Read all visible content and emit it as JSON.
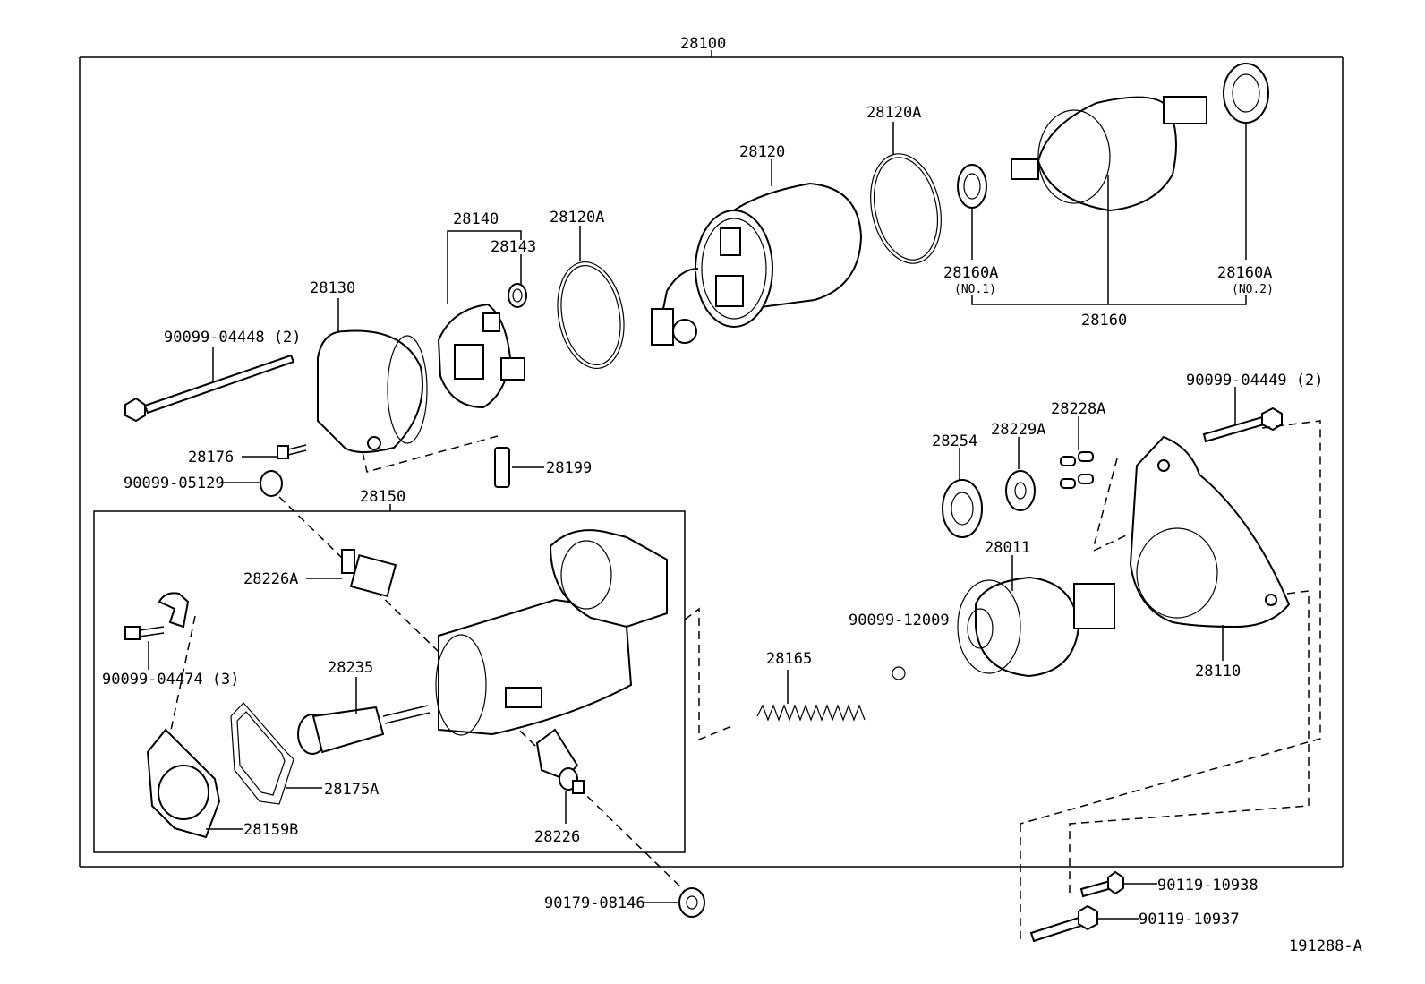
{
  "diagram": {
    "assembly_label": "28100",
    "subassembly_label": "28150",
    "drawing_ref": "191288-A",
    "parts": {
      "p28120A_top": "28120A",
      "p28120": "28120",
      "p28120A_mid": "28120A",
      "p28140": "28140",
      "p28143": "28143",
      "p28130": "28130",
      "bolt_04448": "90099-04448 (2)",
      "p28176": "28176",
      "p28199": "28199",
      "p05129": "90099-05129",
      "p28160A_no1": "28160A",
      "p28160A_no1_sub": "(NO.1)",
      "p28160A_no2": "28160A",
      "p28160A_no2_sub": "(NO.2)",
      "p28160": "28160",
      "bolt_04449": "90099-04449 (2)",
      "p28228A": "28228A",
      "p28229A": "28229A",
      "p28254": "28254",
      "p28011": "28011",
      "p12009": "90099-12009",
      "p28110": "28110",
      "p28165": "28165",
      "p28226A": "28226A",
      "bolt_04474": "90099-04474 (3)",
      "p28235": "28235",
      "p28175A": "28175A",
      "p28159B": "28159B",
      "p28226": "28226",
      "nut_08146": "90179-08146",
      "bolt_10938": "90119-10938",
      "bolt_10937": "90119-10937"
    }
  }
}
